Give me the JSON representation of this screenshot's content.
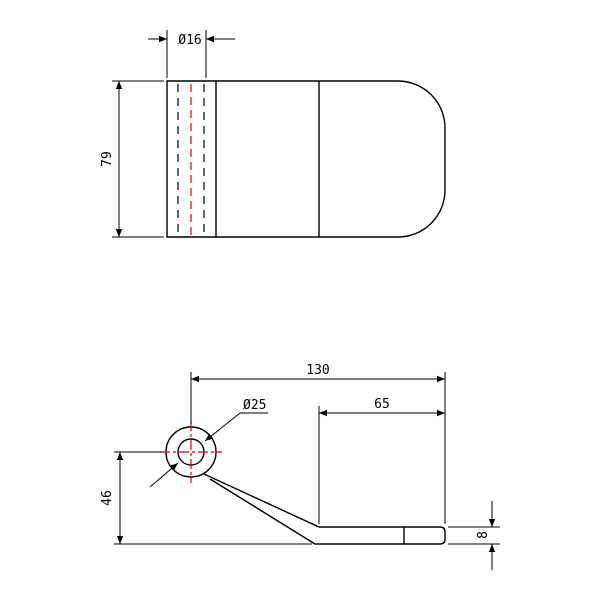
{
  "top_view": {
    "dia_pin": "Ø16",
    "height": "79"
  },
  "front_view": {
    "overall_length": "130",
    "dia_eye": "Ø25",
    "flat_length": "65",
    "height": "46",
    "thickness": "8"
  },
  "colors": {
    "outline": "#000000",
    "centerline": "#e00000"
  }
}
